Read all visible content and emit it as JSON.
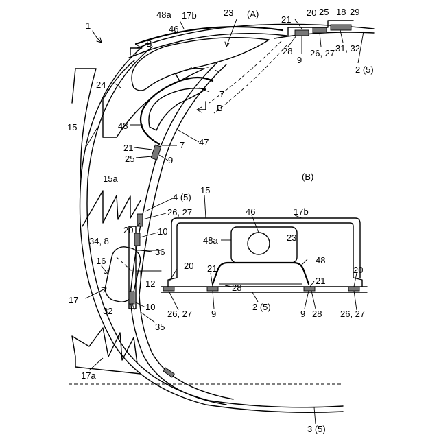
{
  "figure": {
    "main_labels": {
      "fig_number": "1",
      "view_a": "(A)",
      "ref_48a": "48a",
      "ref_17b": "17b",
      "ref_23": "23",
      "ref_21": "21",
      "ref_20": "20",
      "ref_25_top": "25",
      "ref_18": "18",
      "ref_29": "29",
      "ref_46": "46",
      "ref_28": "28",
      "ref_9_top": "9",
      "ref_26_27_top": "26, 27",
      "ref_31_32": "31, 32",
      "ref_2_5": "2 (5)",
      "section_b_top": "B",
      "ref_24": "24",
      "ref_7_upper": "7",
      "section_b_right": "B",
      "ref_15": "15",
      "ref_48": "48",
      "ref_47": "47",
      "ref_21_left": "21",
      "ref_7_lower": "7",
      "ref_25_left": "25",
      "ref_9_left": "9",
      "ref_15a": "15a",
      "ref_4_5": "4 (5)",
      "ref_26_27_left": "26, 27",
      "ref_20_left": "20",
      "ref_10_upper": "10",
      "ref_34_8": "34, 8",
      "ref_36": "36",
      "ref_16": "16",
      "ref_12": "12",
      "ref_17": "17",
      "ref_32": "32",
      "ref_10_lower": "10",
      "ref_35": "35",
      "ref_17a": "17a",
      "ref_3_5": "3 (5)"
    },
    "inset_labels": {
      "view_b": "(B)",
      "ref_15": "15",
      "ref_17b": "17b",
      "ref_46": "46",
      "ref_48a": "48a",
      "ref_23": "23",
      "ref_48": "48",
      "ref_20_left": "20",
      "ref_21_left": "21",
      "ref_28": "28",
      "ref_21_right": "21",
      "ref_20_right": "20",
      "ref_26_27_left": "26, 27",
      "ref_9_left": "9",
      "ref_2_5": "2 (5)",
      "ref_9_right": "9",
      "ref_28_right": "28",
      "ref_26_27_right": "26, 27"
    }
  }
}
